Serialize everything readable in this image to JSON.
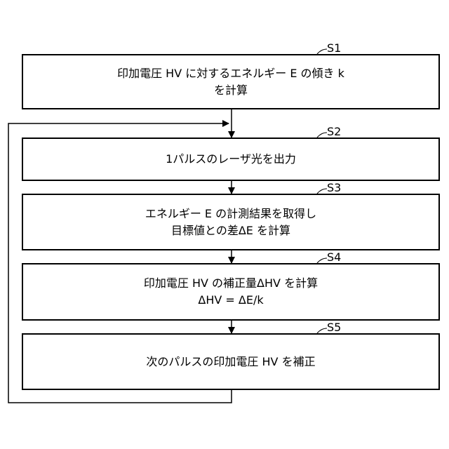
{
  "steps": [
    {
      "id": "S1",
      "lines": [
        "印加電圧 HV に対するエネルギー E の傾き k",
        "を計算"
      ]
    },
    {
      "id": "S2",
      "lines": [
        "1パルスのレーザ光を出力"
      ]
    },
    {
      "id": "S3",
      "lines": [
        "エネルギー E の計測結果を取得し",
        "目標値との差ΔE を計算"
      ]
    },
    {
      "id": "S4",
      "lines": [
        "印加電圧 HV の補正量ΔHV を計算",
        "ΔHV = ΔE/k"
      ]
    },
    {
      "id": "S5",
      "lines": [
        "次のパルスの印加電圧 HV を補正"
      ]
    }
  ]
}
